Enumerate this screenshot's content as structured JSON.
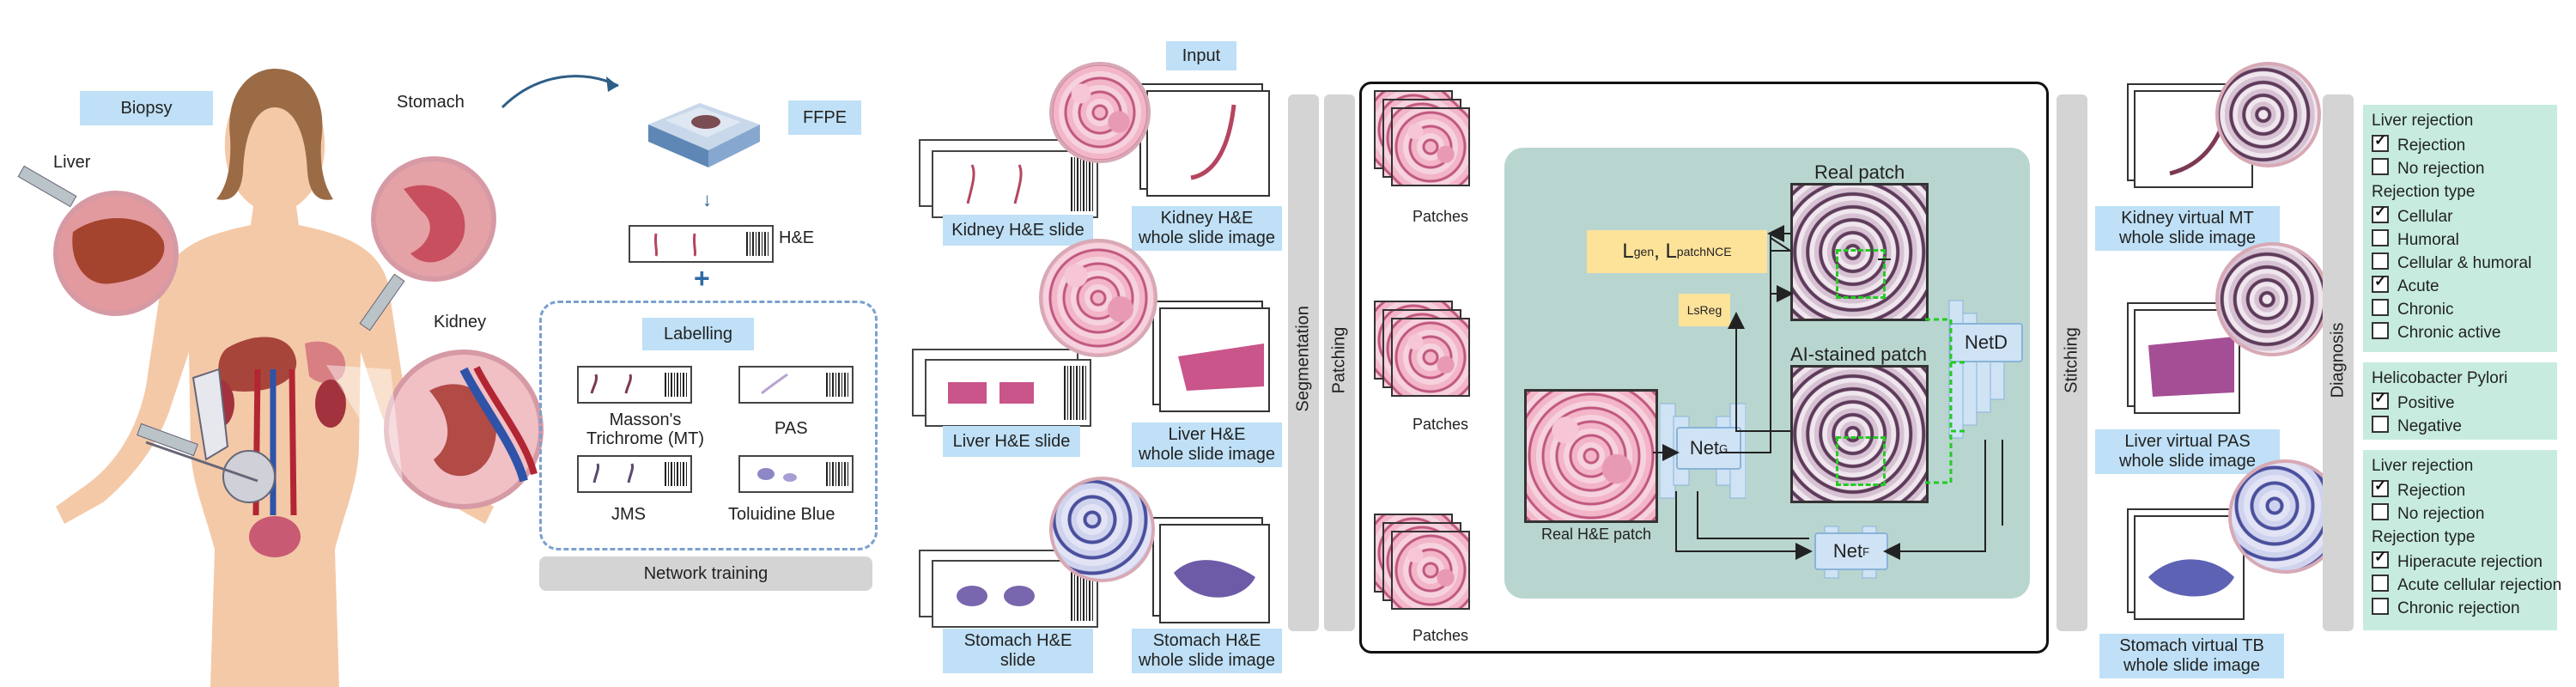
{
  "left": {
    "biopsy": "Biopsy",
    "liver": "Liver",
    "stomach": "Stomach",
    "kidney": "Kidney",
    "ffpe": "FFPE",
    "he": "H&E",
    "plus": "+",
    "labelling": "Labelling",
    "stains": [
      "Masson's\nTrichrome (MT)",
      "PAS",
      "JMS",
      "Toluidine Blue"
    ],
    "network_training": "Network training"
  },
  "middle": {
    "input": "Input",
    "kidney_slide": "Kidney H&E slide",
    "kidney_wsi": "Kidney H&E\nwhole slide image",
    "liver_slide": "Liver H&E slide",
    "liver_wsi": "Liver H&E\nwhole slide image",
    "stomach_slide": "Stomach H&E\nslide",
    "stomach_wsi": "Stomach H&E\nwhole slide image",
    "segmentation": "Segmentation",
    "patching": "Patching",
    "patches": "Patches"
  },
  "network": {
    "loss_gen": "L",
    "loss_gen_sub": "gen",
    "loss_sep": ", L",
    "loss_nce_sub": "patchNCE",
    "lsreg": "LsReg",
    "real_patch": "Real patch",
    "ai_patch": "AI-stained patch",
    "real_he_patch": "Real H&E patch",
    "netg": "Net",
    "netg_sub": "G",
    "netf": "Net",
    "netf_sub": "F",
    "netd": "NetD"
  },
  "right": {
    "stitching": "Stitching",
    "diagnosis": "Diagnosis",
    "kidney_mt": "Kidney virtual MT\nwhole slide image",
    "liver_pas": "Liver virtual PAS\nwhole slide image",
    "stomach_tb": "Stomach virtual TB\nwhole slide image"
  },
  "diagnosis": {
    "box1": {
      "title": "Liver rejection",
      "items": [
        {
          "label": "Rejection",
          "checked": true
        },
        {
          "label": "No rejection",
          "checked": false
        }
      ],
      "subtitle": "Rejection type",
      "types": [
        {
          "label": "Cellular",
          "checked": true
        },
        {
          "label": "Humoral",
          "checked": false
        },
        {
          "label": "Cellular & humoral",
          "checked": false
        },
        {
          "label": "Acute",
          "checked": true
        },
        {
          "label": "Chronic",
          "checked": false
        },
        {
          "label": "Chronic active",
          "checked": false
        }
      ]
    },
    "box2": {
      "title": "Helicobacter Pylori",
      "items": [
        {
          "label": "Positive",
          "checked": true
        },
        {
          "label": "Negative",
          "checked": false
        }
      ]
    },
    "box3": {
      "title": "Liver rejection",
      "items": [
        {
          "label": "Rejection",
          "checked": true
        },
        {
          "label": "No rejection",
          "checked": false
        }
      ],
      "subtitle": "Rejection type",
      "types": [
        {
          "label": "Hiperacute rejection",
          "checked": true
        },
        {
          "label": "Acute cellular rejection",
          "checked": false
        },
        {
          "label": "Chronic rejection",
          "checked": false
        }
      ]
    }
  },
  "colors": {
    "label_blue": "#bfe0f6",
    "panel_green": "#b9d5cf",
    "diag_green": "#c7ecdf",
    "loss_yellow": "#fde29a",
    "gray_bar": "#d4d4d4"
  }
}
